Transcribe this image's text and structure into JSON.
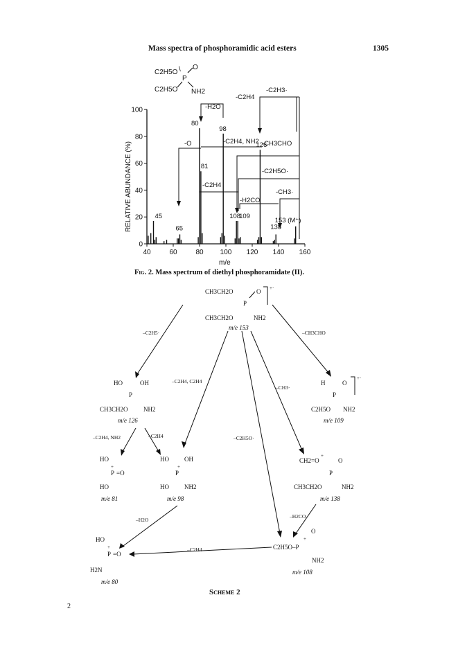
{
  "header": {
    "title": "Mass spectra of phosphoramidic acid esters",
    "page_number": "1305"
  },
  "figure": {
    "caption_label": "Fig. 2.",
    "caption_text": "Mass spectrum of diethyl phosphoramidate (II).",
    "structure": {
      "o1": "C2H5O",
      "o2": "C2H5O",
      "p": "P",
      "o_double": "O",
      "nh2": "NH2"
    },
    "chart_data": {
      "type": "bar",
      "xlabel": "m/e",
      "ylabel": "RELATIVE ABUNDANCE (%)",
      "xlim": [
        40,
        160
      ],
      "ylim": [
        0,
        100
      ],
      "xticks": [
        "40",
        "60",
        "80",
        "100",
        "120",
        "140",
        "160"
      ],
      "yticks": [
        "0",
        "20",
        "40",
        "60",
        "80",
        "100"
      ],
      "peaks": [
        {
          "x": 41,
          "y": 6
        },
        {
          "x": 43,
          "y": 8
        },
        {
          "x": 45,
          "y": 17
        },
        {
          "x": 46,
          "y": 3
        },
        {
          "x": 47,
          "y": 5
        },
        {
          "x": 53,
          "y": 2
        },
        {
          "x": 55,
          "y": 3
        },
        {
          "x": 63,
          "y": 4
        },
        {
          "x": 64,
          "y": 4
        },
        {
          "x": 65,
          "y": 7
        },
        {
          "x": 66,
          "y": 3
        },
        {
          "x": 79,
          "y": 5
        },
        {
          "x": 80,
          "y": 86
        },
        {
          "x": 81,
          "y": 54
        },
        {
          "x": 82,
          "y": 8
        },
        {
          "x": 96,
          "y": 5
        },
        {
          "x": 97,
          "y": 8
        },
        {
          "x": 98,
          "y": 82
        },
        {
          "x": 99,
          "y": 6
        },
        {
          "x": 107,
          "y": 4
        },
        {
          "x": 108,
          "y": 17
        },
        {
          "x": 109,
          "y": 17
        },
        {
          "x": 110,
          "y": 4
        },
        {
          "x": 111,
          "y": 5
        },
        {
          "x": 124,
          "y": 3
        },
        {
          "x": 125,
          "y": 5
        },
        {
          "x": 126,
          "y": 70
        },
        {
          "x": 127,
          "y": 5
        },
        {
          "x": 136,
          "y": 2
        },
        {
          "x": 137,
          "y": 3
        },
        {
          "x": 138,
          "y": 7
        },
        {
          "x": 152,
          "y": 4
        },
        {
          "x": 153,
          "y": 13
        }
      ],
      "peak_labels": [
        {
          "x": 45,
          "y": 17,
          "text": "45"
        },
        {
          "x": 65,
          "y": 7,
          "text": "65"
        },
        {
          "x": 80,
          "y": 86,
          "text": "80"
        },
        {
          "x": 81,
          "y": 54,
          "text": "81"
        },
        {
          "x": 98,
          "y": 82,
          "text": "98"
        },
        {
          "x": 108,
          "y": 17,
          "text": "108"
        },
        {
          "x": 109,
          "y": 17,
          "text": "109"
        },
        {
          "x": 126,
          "y": 70,
          "text": "126"
        },
        {
          "x": 138,
          "y": 7,
          "text": "138"
        },
        {
          "x": 153,
          "y": 13,
          "text": "153 (M⁺)"
        }
      ],
      "annotations": [
        "-H2O",
        "-C2H4",
        "-C2H3·",
        "-O",
        "-C2H4, NH2",
        "-CH3CHO",
        "-C2H4",
        "-C2H5O·",
        "-CH3·",
        "-H2CO"
      ]
    }
  },
  "scheme": {
    "caption": "Scheme 2",
    "nodes": {
      "m153": {
        "l1": "CH3CH2O",
        "o": "O",
        "charge": "+·",
        "p": "P",
        "l2": "CH3CH2O",
        "nh2": "NH2",
        "mz": "m/e 153"
      },
      "m126": {
        "ho": "HO",
        "oh": "OH",
        "p": "P",
        "l2": "CH3CH2O",
        "nh2": "NH2",
        "mz": "m/e 126"
      },
      "m109": {
        "h": "H",
        "o": "O",
        "charge": "+·",
        "p": "P",
        "l2": "C2H5O",
        "nh2": "NH2",
        "mz": "m/e 109"
      },
      "m81": {
        "ho1": "HO",
        "p": "P",
        "eq": "=O",
        "ho2": "HO",
        "plus": "+",
        "mz": "m/e 81"
      },
      "m98": {
        "ho1": "HO",
        "oh": "OH",
        "p": "P",
        "ho2": "HO",
        "nh2": "NH2",
        "plus": "+",
        "mz": "m/e 98"
      },
      "m138": {
        "ch2": "CH2=O",
        "plus": "+",
        "o": "O",
        "p": "P",
        "l2": "CH3CH2O",
        "nh2": "NH2",
        "mz": "m/e 138"
      },
      "m80": {
        "ho": "HO",
        "p": "P",
        "eq": "=O",
        "h2n": "H2N",
        "plus": "+",
        "mz": "m/e 80"
      },
      "m108": {
        "o": "O",
        "plus": "+",
        "main": "C2H5O–P",
        "nh2": "NH2",
        "mz": "m/e 108"
      }
    },
    "losses": {
      "a": "–C2H5·",
      "b": "–CH3CHO",
      "c": "–C2H4, C2H4",
      "d": "–CH3·",
      "e": "–C2H4, NH2",
      "f": "–C2H4",
      "g": "–C2H5O·",
      "h": "–H2O",
      "i": "–H2CO",
      "j": "–C2H4"
    }
  },
  "footer": {
    "page_marker": "2"
  }
}
